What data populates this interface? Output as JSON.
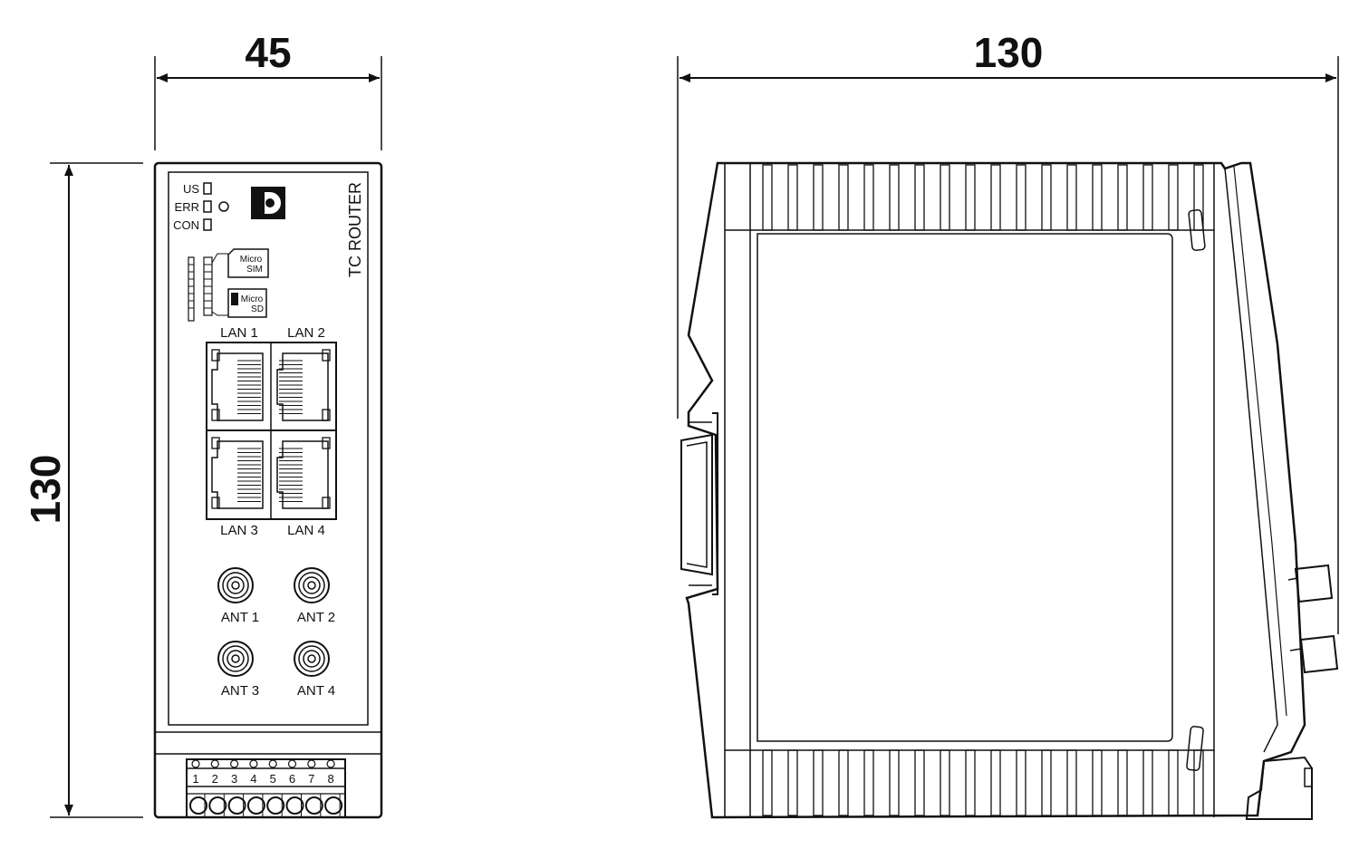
{
  "dimensions": {
    "front_width": "45",
    "front_height": "130",
    "side_depth": "130"
  },
  "front_panel": {
    "device_name": "TC ROUTER",
    "leds": [
      "US",
      "ERR",
      "CON"
    ],
    "card_slots": {
      "sim": [
        "Micro",
        "SIM"
      ],
      "sd": [
        "Micro",
        "SD"
      ]
    },
    "lan_ports": [
      "LAN 1",
      "LAN 2",
      "LAN 3",
      "LAN 4"
    ],
    "antennas": [
      "ANT 1",
      "ANT 2",
      "ANT 3",
      "ANT 4"
    ],
    "terminals": [
      "1",
      "2",
      "3",
      "4",
      "5",
      "6",
      "7",
      "8"
    ]
  }
}
